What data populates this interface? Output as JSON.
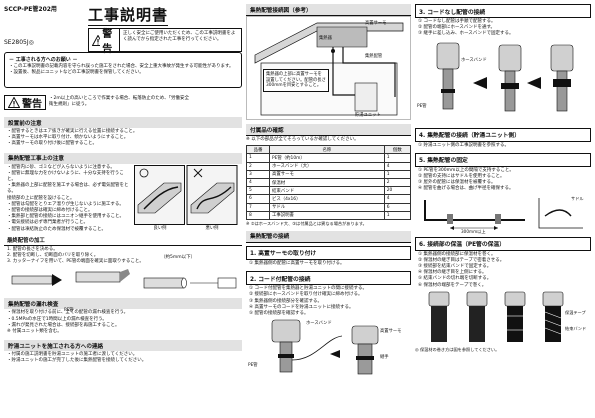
{
  "header": {
    "code": "SCCP-PE管202用",
    "title": "工事説明書",
    "doc_no": "SE2805J◎"
  },
  "top_warning": {
    "badge": "警告",
    "text": "正しく安全にご使用いただくため、この工事説明書をよく読んでから指定された工事を行ってください。"
  },
  "intro": {
    "title": "－ 工事される方へのお願い －",
    "lines": [
      "・この工事説明書の記載内容を守られ誤った施工をされた場合、安全上重大事故が発生する可能性があります。",
      "・設置後、製品にユニットなどの工事説明書を保管してください。"
    ]
  },
  "warning2": {
    "badge": "警告",
    "text": "・2m以上の高いところで作業する場合、転落防止のため、「労働安全衛生規則」に従う。"
  },
  "s1": {
    "title": "設置前の注意",
    "lines": [
      "・配管するときはエア抜きが確実に行える位置に接続すること。",
      "・高置サーモは水平に取り付け、傾かないようにすること。",
      "・高置サーモの取り付け後に配管すること。"
    ]
  },
  "s2": {
    "title": "集熱配管工事上の注意",
    "lines": [
      "・配管内に砂、ゴミなどが入らないように注意する。",
      "・配管に無理な力をかけないように、十分な支持を行うこと。",
      "・集熱器の上部に配管を施工する場合は、必ず電気配管をとる。",
      "  接続部の上に配管を設けること。",
      "・配管は勾配をとりエア溜りが生じないように施工する。",
      "・配管の接続部は確実に締め付けること。",
      "・集熱部と配管の接続にはユニオン継手を使用すること。",
      "・電気接続は必ず専門業者が行うこと。",
      "・配管は凍結防止のため保温材で被覆すること。"
    ]
  },
  "s2_figs": {
    "ok_label": "良い例",
    "ng_label": "悪い例"
  },
  "s3": {
    "title": "最終配管の加工",
    "lines": [
      "1. 配管の長さを決める。",
      "2. 配管を切断し、切断面のバリを取り除く。",
      "3. カッターナイフを用いて、PE管の端面を確実に面取りすること。"
    ],
    "fig_label": "PE管",
    "fig_note": "（約5mm以下）"
  },
  "s4": {
    "title": "集熱配管の漏れ検査",
    "lines": [
      "・保温材を取り付ける前に、全ての配管の漏れ検査を行う。",
      "・0.5MPaの水圧で1時間以上の漏れ検査を行う。",
      "・漏れが発見された場合は、接続部を再施工すること。",
      "※ 付属ユニット類を含む。"
    ]
  },
  "s5": {
    "title": "貯湯ユニットを施工される方への連絡",
    "lines": [
      "・付属の施工説明書を貯湯ユニットの施工者に渡してください。",
      "・貯湯ユニットの施工が完了した後に集熱配管を接続してください。"
    ]
  },
  "c2a": {
    "title": "集熱配管接続図（参考）",
    "labels": {
      "sensor": "高置サーモ",
      "collector": "集熱器",
      "pipe": "集熱配管",
      "unit": "貯湯ユニット"
    },
    "inset": "集熱器の上部に高置サーモを設置してください。配管の長さ300mmを目安とすること。"
  },
  "parts": {
    "title": "付属品の確認",
    "lead": "※ 以下の部品が全てそろっているか確認してください。",
    "headers": [
      "品番",
      "名称",
      "個数"
    ],
    "rows": [
      [
        "1",
        "PE管（約10m）",
        "1"
      ],
      [
        "2",
        "ホースバンド（大）",
        "4"
      ],
      [
        "3",
        "高置サーモ",
        "1"
      ],
      [
        "4",
        "保温材",
        "2"
      ],
      [
        "5",
        "結束バンド",
        "20"
      ],
      [
        "6",
        "ビス（4x16）",
        "4"
      ],
      [
        "7",
        "サドル",
        "6"
      ],
      [
        "8",
        "工事説明書",
        "1"
      ]
    ],
    "note": "※ ②はホースバンド大、③は付属品とは異なる場合があります。"
  },
  "c2b": {
    "title": "集熱配管の接続",
    "s1": "1. 高置サーモの取り付け",
    "s1_lead": "① 集熱器側の配管に高置サーモを取り付ける。",
    "s2": "2. コード付配管の接続",
    "s2_lines": [
      "① コード付配管を集熱器と貯湯ユニットの間に接続する。",
      "② 接続部にホースバンドを取り付け確実に締め付ける。",
      "③ 集熱器側の接続部分を確認する。",
      "④ 高置サーモのコードを貯湯ユニットに接続する。",
      "⑤ 配管の接続部を確認する。"
    ],
    "fig_labels": {
      "band": "ホースバンド",
      "pipe": "PE管",
      "joint": "継手",
      "sensor": "高置サーモ"
    }
  },
  "c3": {
    "s3": "3. コードなし配管の接続",
    "s3_lines": [
      "① コードなし配管は手順で配管する。",
      "② 配管の端部にホースバンドを通す。",
      "③ 継手に差し込み、ホースバンドで固定する。"
    ],
    "s3_labels": {
      "band": "ホースバンド",
      "pipe": "PE管"
    },
    "s4": "4. 集熱配管の接続（貯湯ユニット側）",
    "s4_lead": "① 貯湯ユニット側の工事説明書を参照する。",
    "s5": "5. 集熱配管の固定",
    "s5_lines": [
      "① PE管を300mm以上の間隔で支持すること。",
      "② 配管の支持にはサドルを使用すること。",
      "③ 屋外の配管には保温材を被覆する。",
      "④ 配管を曲げる場合は、曲げ半径を確保する。"
    ],
    "s5_labels": {
      "dist": "300mm以上",
      "saddle": "サドル"
    },
    "s6": "6. 接続部の保温（PE管の保温）",
    "s6_lines": [
      "① 集熱器側の接続部に保温材を巻く。",
      "② 保温材の継ぎ目はテープで密着させる。",
      "③ 接続部を結束バンドで固定する。",
      "④ 保温材の継ぎ目を上側にする。",
      "⑤ 結束バンドの切れ端を切断する。",
      "⑥ 保温材の端部をテープで巻く。"
    ],
    "s6_labels": {
      "tape": "保温テープ",
      "band": "結束バンド"
    },
    "s6_note": "◎ 保温材の巻き方は図を参照してください。"
  }
}
